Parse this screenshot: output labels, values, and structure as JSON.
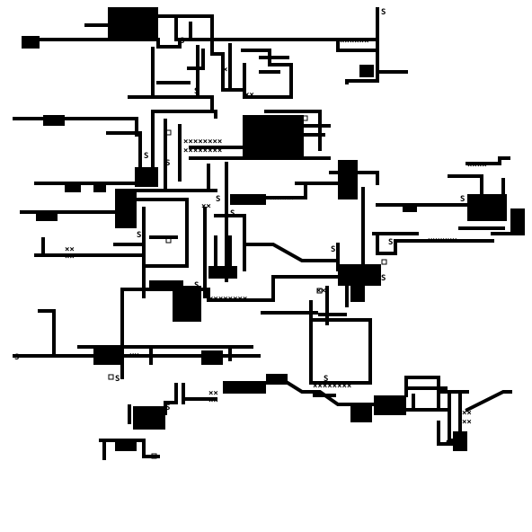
{
  "game": {
    "colors": {
      "background": "#ffffff",
      "wall": "#000000",
      "glyph": "#000000"
    },
    "legend": [
      {
        "symbol": "S",
        "meaning": "marker-s"
      },
      {
        "symbol": "×",
        "meaning": "hatched-tile"
      },
      {
        "symbol": "□",
        "meaning": "small-box-tile"
      }
    ]
  }
}
